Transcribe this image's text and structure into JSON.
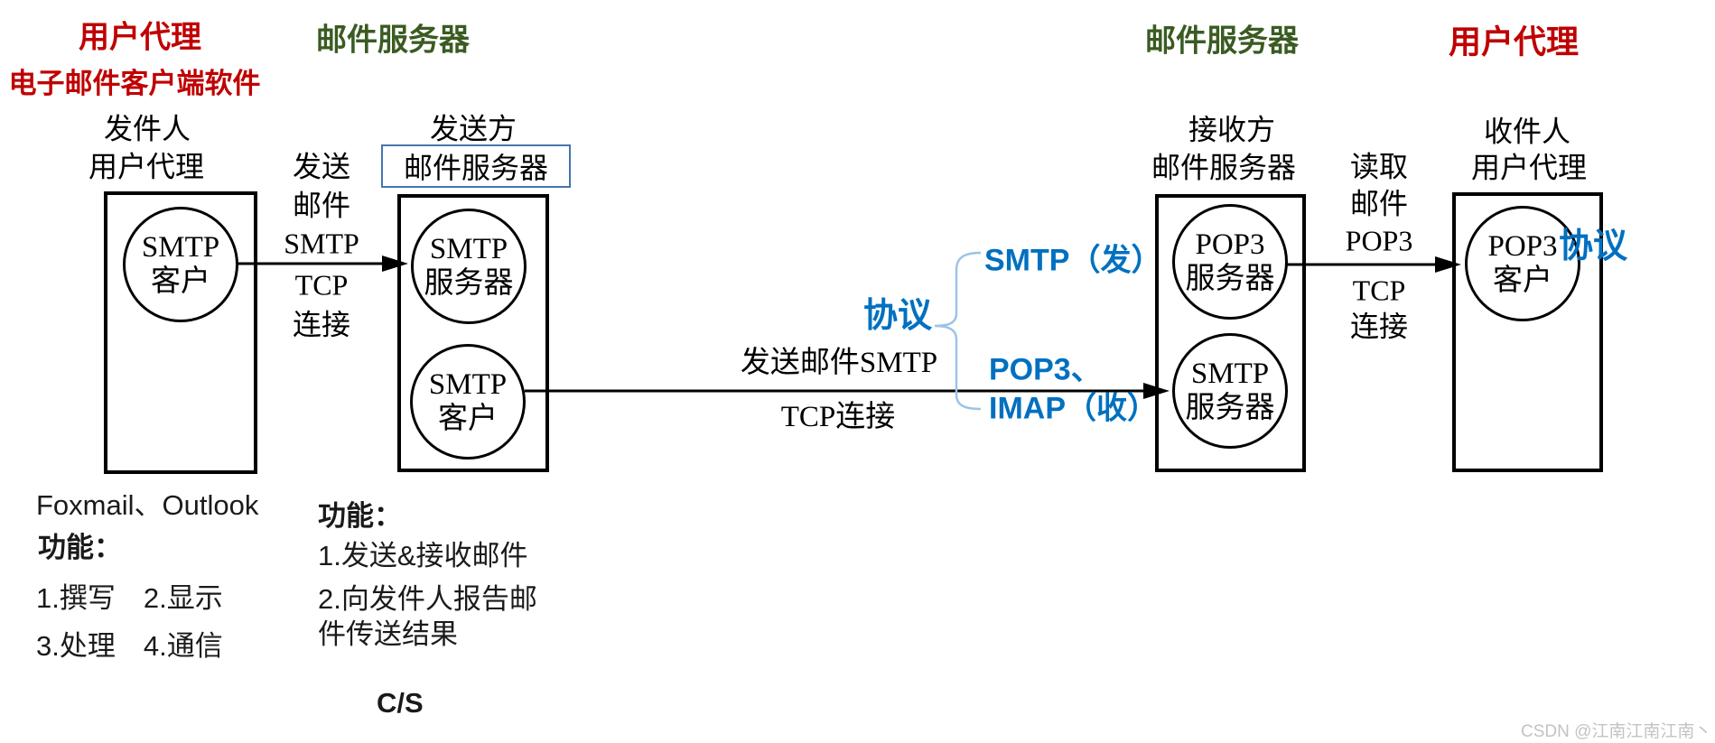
{
  "titles": {
    "ua_left": "用户代理",
    "ua_left_sub": "电子邮件客户端软件",
    "ms_left": "邮件服务器",
    "ms_right": "邮件服务器",
    "ua_right": "用户代理"
  },
  "sender_agent": {
    "caption1": "发件人",
    "caption2": "用户代理",
    "circle1": "SMTP",
    "circle2": "客户",
    "apps": "Foxmail、Outlook",
    "func_title": "功能：",
    "func_row1": "1.撰写　2.显示",
    "func_row2": "3.处理　4.通信"
  },
  "sender_server": {
    "caption1": "发送方",
    "caption2": "邮件服务器",
    "c1line1": "SMTP",
    "c1line2": "服务器",
    "c2line1": "SMTP",
    "c2line2": "客户",
    "func_title": "功能：",
    "func_row1": "1.发送&接收邮件",
    "func_row2": "2.向发件人报告邮",
    "func_row3": "件传送结果",
    "cs": "C/S"
  },
  "receiver_server": {
    "caption1": "接收方",
    "caption2": "邮件服务器",
    "c1line1": "POP3",
    "c1line2": "服务器",
    "c2line1": "SMTP",
    "c2line2": "服务器"
  },
  "receiver_agent": {
    "caption1": "收件人",
    "caption2": "用户代理",
    "circle1": "POP3",
    "circle2": "客户",
    "protocol": "协议"
  },
  "link_send": {
    "l1": "发送",
    "l2": "邮件",
    "l3": "SMTP",
    "l4": "TCP",
    "l5": "连接"
  },
  "link_read": {
    "l1": "读取",
    "l2": "邮件",
    "l3": "POP3",
    "l4": "TCP",
    "l5": "连接"
  },
  "link_long": {
    "above": "发送邮件SMTP",
    "below": "TCP连接"
  },
  "protocols": {
    "label": "协议",
    "send": "SMTP（发）",
    "recv1": "POP3、",
    "recv2": "IMAP（收）"
  },
  "colors": {
    "red": "#c00000",
    "green": "#3a5b21",
    "blue": "#0070c0",
    "bracket_blue": "#9dc3e6",
    "label_box_border": "#4576ac"
  },
  "watermark": "CSDN @江南江南江南丶"
}
